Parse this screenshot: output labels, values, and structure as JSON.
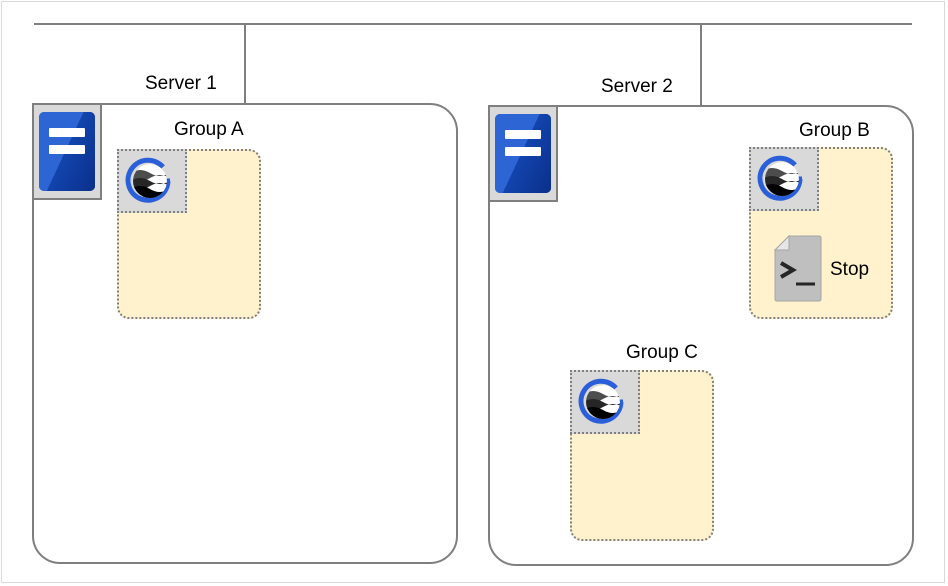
{
  "servers": [
    {
      "label": "Server 1",
      "icon": "server-icon"
    },
    {
      "label": "Server 2",
      "icon": "server-icon"
    }
  ],
  "groups": [
    {
      "label": "Group A",
      "server": "Server 1",
      "resources": [
        "group-resource-icon"
      ]
    },
    {
      "label": "Group B",
      "server": "Server 2",
      "resources": [
        "group-resource-icon",
        "script-icon"
      ],
      "script_label": "Stop"
    },
    {
      "label": "Group C",
      "server": "Server 2",
      "resources": [
        "group-resource-icon"
      ]
    }
  ],
  "colors": {
    "line": "#7f7f7f",
    "group_fill": "#fff2cc",
    "server_blue": "#0e3fa8",
    "icon_blue": "#2b5fd9"
  }
}
